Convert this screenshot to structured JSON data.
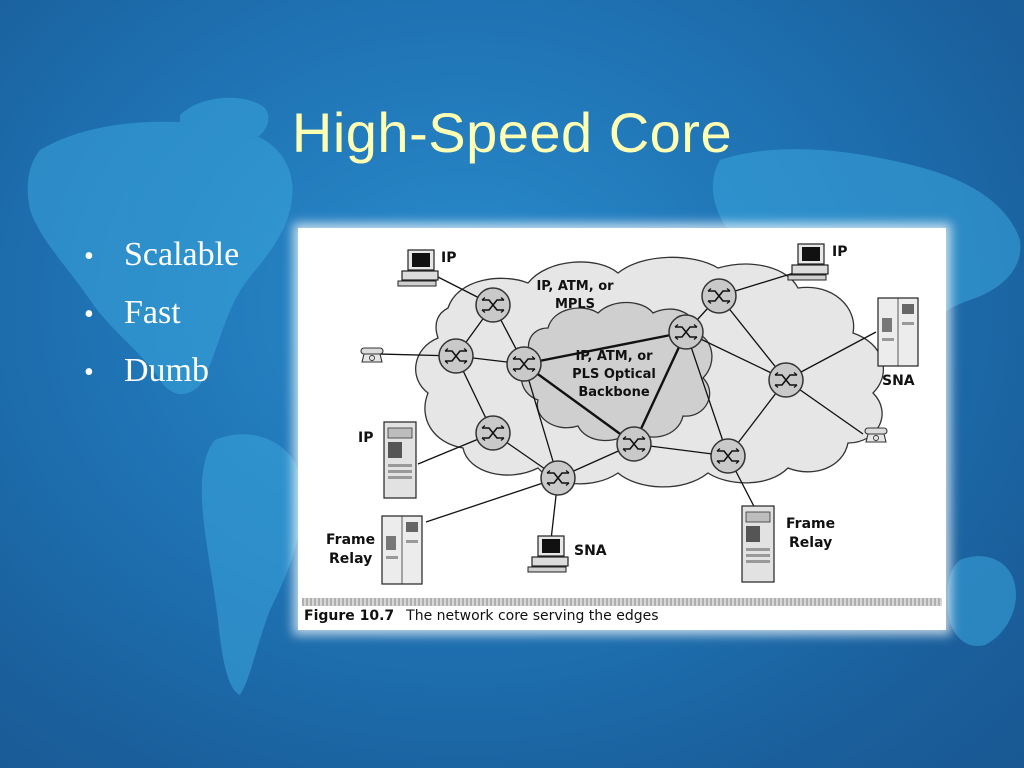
{
  "slide": {
    "title": "High-Speed Core",
    "bullets": [
      "Scalable",
      "Fast",
      "Dumb"
    ]
  },
  "figure": {
    "caption_number": "Figure 10.7",
    "caption_text": "The network core serving the edges",
    "outer_cloud_label": [
      "IP, ATM, or",
      "MPLS"
    ],
    "inner_cloud_label": [
      "IP, ATM, or",
      "PLS Optical",
      "Backbone"
    ],
    "edge_labels": {
      "ip_top_left": "IP",
      "ip_top_right": "IP",
      "sna_right": "SNA",
      "ip_left": "IP",
      "frame_relay_left": [
        "Frame",
        "Relay"
      ],
      "sna_bottom": "SNA",
      "frame_relay_right": [
        "Frame",
        "Relay"
      ]
    },
    "icons": [
      "workstation-icon",
      "telephone-icon",
      "server-tower-icon",
      "mainframe-cabinet-icon",
      "switch-router-icon"
    ]
  },
  "colors": {
    "background": "#1f73b4",
    "title": "#ffffb4",
    "bullet_text": "#ffffff",
    "cloud_outer": "#e6e6e6",
    "cloud_inner": "#cfcfcf",
    "switch_node": "#c9c9c9"
  }
}
